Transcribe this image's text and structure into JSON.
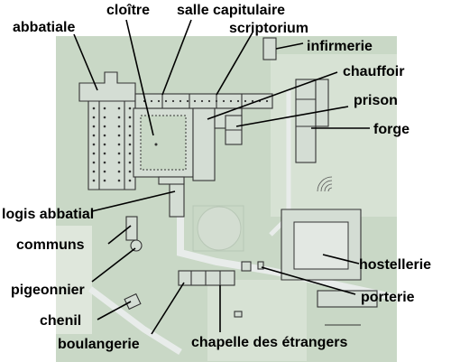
{
  "labels": {
    "abbatiale": "abbatiale",
    "cloitre": "cloître",
    "salle_capitulaire": "salle capitulaire",
    "scriptorium": "scriptorium",
    "infirmerie": "infirmerie",
    "chauffoir": "chauffoir",
    "prison": "prison",
    "forge": "forge",
    "logis_abbatial": "logis abbatial",
    "communs": "communs",
    "pigeonnier": "pigeonnier",
    "chenil": "chenil",
    "boulangerie": "boulangerie",
    "hostellerie": "hostellerie",
    "porterie": "porterie",
    "chapelle_des_etrangers": "chapelle des étrangers"
  },
  "colors": {
    "ground": "#c9d8c6",
    "ground_light": "#dfe7dc",
    "building": "#d4ddd4",
    "paper": "#ffffff",
    "leader": "#000000",
    "wall": "#333333"
  }
}
